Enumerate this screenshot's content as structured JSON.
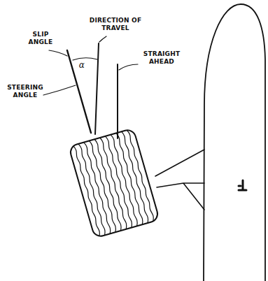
{
  "diagram": {
    "labels": [
      "SLIP ANGLE",
      "α",
      "DIRECTION OF TRAVEL",
      "STRAIGHT AHEAD",
      "STEERING ANGLE"
    ]
  }
}
